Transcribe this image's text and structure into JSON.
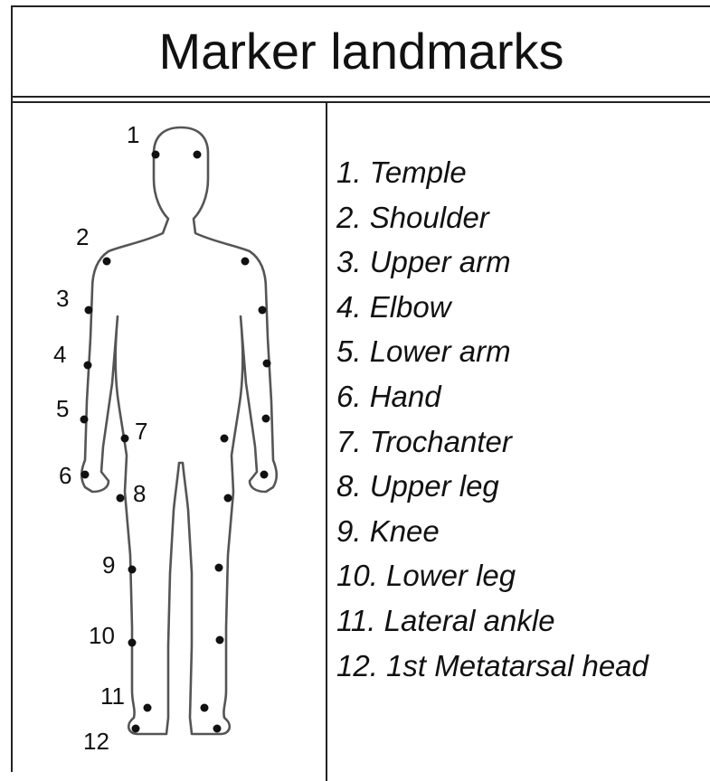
{
  "title": "Marker landmarks",
  "figure_numbers": [
    "1",
    "2",
    "3",
    "4",
    "5",
    "6",
    "7",
    "8",
    "9",
    "10",
    "11",
    "12"
  ],
  "legend": [
    "1. Temple",
    "2. Shoulder",
    "3. Upper arm",
    "4. Elbow",
    "5. Lower arm",
    "6. Hand",
    "7. Trochanter",
    "8. Upper leg",
    "9. Knee",
    "10. Lower leg",
    "11. Lateral ankle",
    "12. 1st Metatarsal head"
  ]
}
